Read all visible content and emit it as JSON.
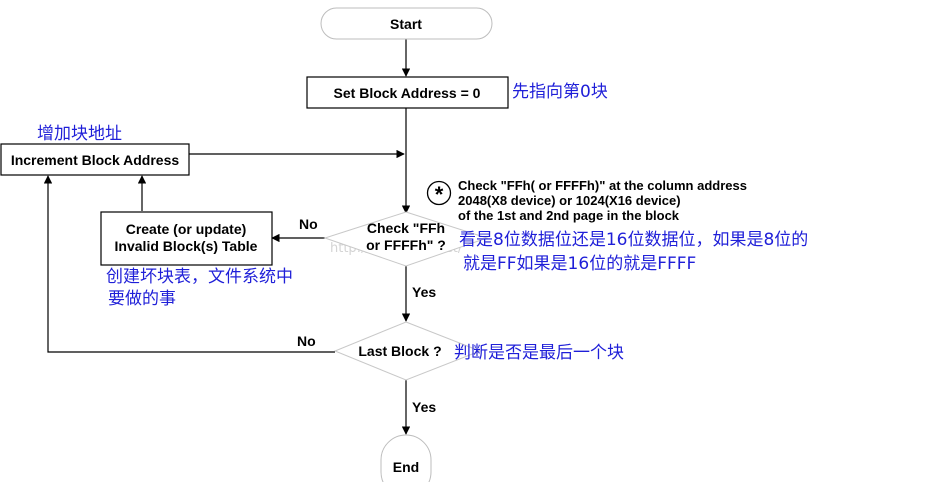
{
  "flowchart": {
    "start": "Start",
    "set_address": "Set Block Address = 0",
    "increment": "Increment Block Address",
    "create_table_line1": "Create (or update)",
    "create_table_line2": "Invalid Block(s) Table",
    "check_line1": "Check \"FFh",
    "check_line2": "or FFFFh\" ?",
    "last_block": "Last Block ?",
    "end": "End",
    "no_label_check": "No",
    "yes_label_check": "Yes",
    "no_label_last": "No",
    "yes_label_last": "Yes",
    "note_marker": "*",
    "note_line1": "Check \"FFh( or FFFFh)\" at the column address",
    "note_line2": "2048(X8 device) or 1024(X16 device)",
    "note_line3": "of the 1st and 2nd page in the block"
  },
  "annotations": {
    "set_address": "先指向第0块",
    "increment": "增加块地址",
    "create_table_line1": "创建坏块表，文件系统中",
    "create_table_line2": "要做的事",
    "check_line1": "看是8位数据位还是16位数据位，如果是8位的",
    "check_line2": "就是FF如果是16位的就是FFFF",
    "last_block": "判断是否是最后一个块"
  },
  "watermark": "http://blog.csdn.net/",
  "colors": {
    "line": "#000000",
    "diamond_stroke": "#c8c8c8",
    "annotation": "#1f1fd8",
    "watermark": "#d4d4d4"
  }
}
